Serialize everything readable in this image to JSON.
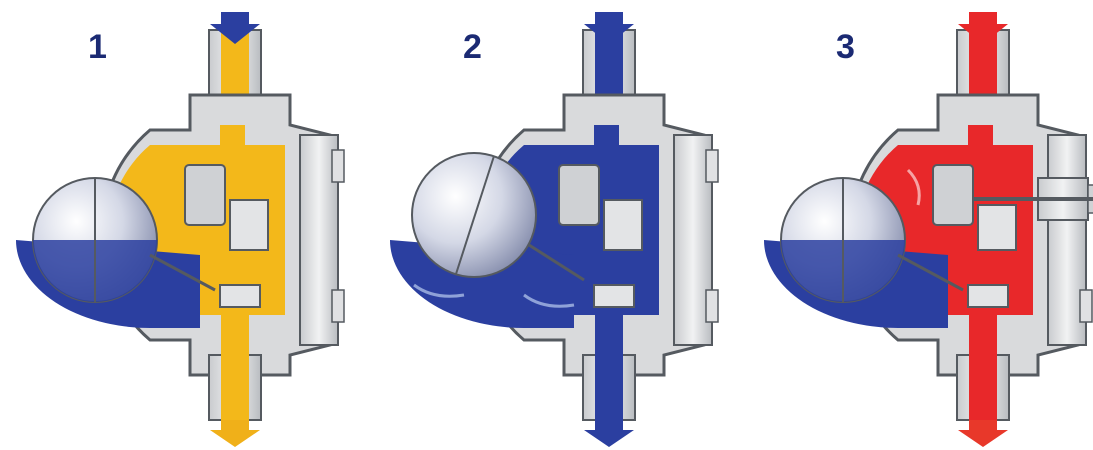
{
  "steps": [
    {
      "label": "1",
      "fill": "#f3b81a",
      "fill_dark": "#d99a0a",
      "outlet_arrow": "#f0b019",
      "inlet_arrow": "#2b3fa0",
      "ball_tilted": false,
      "vent_open": false
    },
    {
      "label": "2",
      "fill": "#2b3fa0",
      "fill_dark": "#1d2d80",
      "outlet_arrow": "#2b3fa0",
      "inlet_arrow": "#2b3fa0",
      "ball_tilted": true,
      "vent_open": false
    },
    {
      "label": "3",
      "fill": "#e8282a",
      "fill_dark": "#c41a1c",
      "outlet_arrow": "#e8382a",
      "inlet_arrow": "#e8282a",
      "ball_tilted": false,
      "vent_open": true
    }
  ],
  "colors": {
    "water": "#2b3fa0",
    "metal": "#d9dadc",
    "metal_edge": "#555a60",
    "label": "#1b2a73"
  }
}
